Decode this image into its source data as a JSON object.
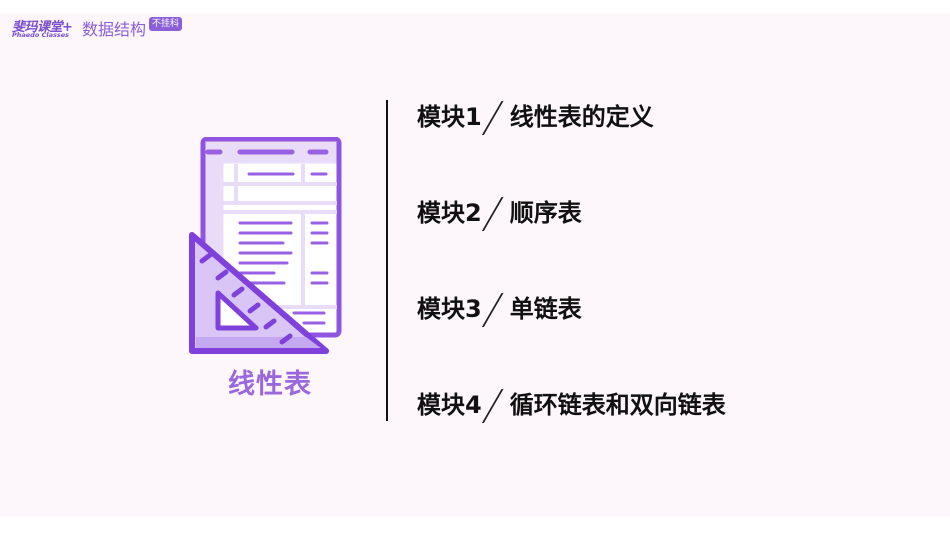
{
  "brand": {
    "name": "斐玛课堂+",
    "subtitle": "Phaedo Classes",
    "course": "数据结构",
    "badge": "不挂科"
  },
  "topic": {
    "title": "线性表",
    "icon": "document-with-set-square-icon",
    "accent_color": "#8a4fe0"
  },
  "modules": [
    {
      "label": "模块1",
      "title": "线性表的定义"
    },
    {
      "label": "模块2",
      "title": "顺序表"
    },
    {
      "label": "模块3",
      "title": "单链表"
    },
    {
      "label": "模块4",
      "title": "循环链表和双向链表"
    }
  ]
}
